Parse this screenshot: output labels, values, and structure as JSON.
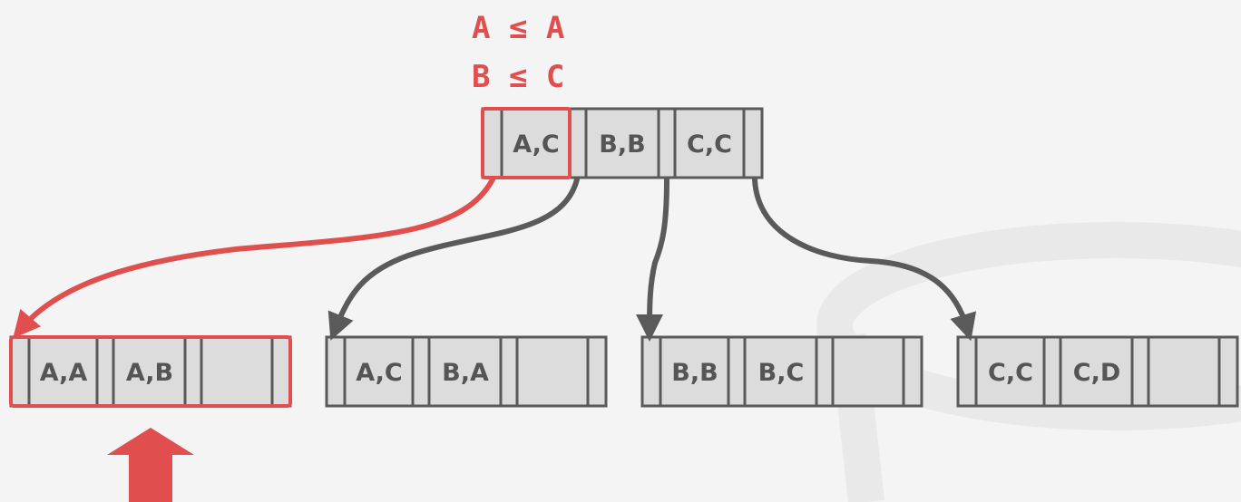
{
  "colors": {
    "background": "#f4f4f4",
    "cell_fill": "#dcdcdc",
    "node_stroke": "#5a5a5a",
    "highlight": "#e04e4e",
    "watermark": "#e9e9e9"
  },
  "condition": {
    "line1": "A ≤ A",
    "line2": "B ≤ C"
  },
  "root": {
    "keys": [
      "A,C",
      "B,B",
      "C,C"
    ]
  },
  "leaves": [
    {
      "keys": [
        "A,A",
        "A,B",
        ""
      ]
    },
    {
      "keys": [
        "A,C",
        "B,A",
        ""
      ]
    },
    {
      "keys": [
        "B,B",
        "B,C",
        ""
      ]
    },
    {
      "keys": [
        "C,C",
        "C,D",
        ""
      ]
    }
  ],
  "pointer_icon": "up-arrow-icon"
}
